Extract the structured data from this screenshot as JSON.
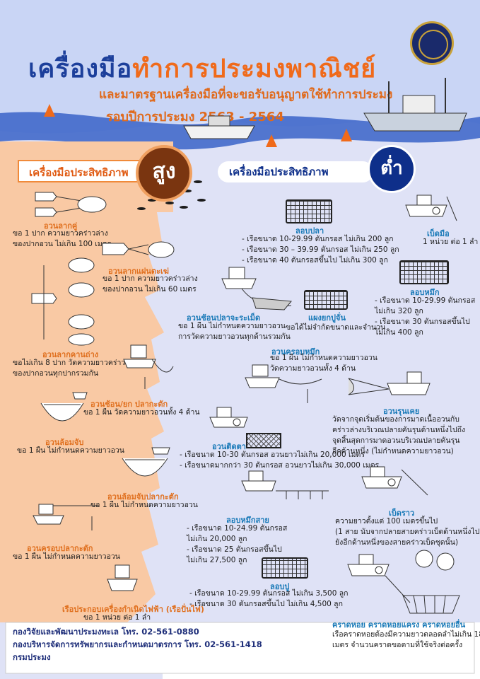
{
  "header": {
    "title_part1": "เครื่องมือ",
    "title_part2": "ทำการประมงพาณิชย์",
    "subtitle": "และมาตรฐานเครื่องมือที่จะขอรับอนุญาตใช้ทำการประมง",
    "year_line": "รอบปีการประมง 2563 - 2564"
  },
  "high": {
    "banner": "เครื่องมือประสิทธิภาพ",
    "badge": "สูง",
    "items": [
      {
        "name": "อวนลากคู่",
        "lines": [
          "ขอ 1 ปาก ความยาวคร่าวล่าง",
          "ของปากอวน ไม่เกิน 100 เมตร"
        ]
      },
      {
        "name": "อวนลากแผ่นตะเฆ่",
        "lines": [
          "ขอ 1 ปาก ความยาวคร่าวล่าง",
          "ของปากอวน ไม่เกิน 60 เมตร"
        ]
      },
      {
        "name": "อวนลากคานถ่าง",
        "lines": [
          "ขอไม่เกิน 8 ปาก วัดความยาวคร่าวล่าง",
          "ของปากอวนทุกปากรวมกัน"
        ]
      },
      {
        "name": "อวนช้อน/ยก ปลากะตัก",
        "lines": [
          "ขอ 1 ผืน วัดความยาวอวนทั้ง 4 ด้าน"
        ]
      },
      {
        "name": "อวนล้อมจับ",
        "lines": [
          "ขอ 1 ผืน ไม่กำหนดความยาวอวน"
        ]
      },
      {
        "name": "อวนล้อมจับปลากะตัก",
        "lines": [
          "ขอ 1 ผืน ไม่กำหนดความยาวอวน"
        ]
      },
      {
        "name": "อวนครอบปลากะตัก",
        "lines": [
          "ขอ 1 ผืน ไม่กำหนดความยาวอวน"
        ]
      },
      {
        "name": "เรือประกอบเครื่องกำเนิดไฟฟ้า (เรือปั่นไฟ)",
        "lines": [
          "ขอ 1 หน่วย ต่อ 1 ลำ"
        ]
      }
    ]
  },
  "low": {
    "banner": "เครื่องมือประสิทธิภาพ",
    "badge": "ต่ำ",
    "items": [
      {
        "name": "ลอบปลา",
        "lines": [
          "- เรือขนาด 10-29.99 ตันกรอส ไม่เกิน 200 ลูก",
          "- เรือขนาด 30 – 39.99 ตันกรอส ไม่เกิน 250 ลูก",
          "- เรือขนาด 40 ตันกรอสขึ้นไป ไม่เกิน 300 ลูก"
        ]
      },
      {
        "name": "เบ็ดมือ",
        "lines": [
          "1 หน่วย ต่อ 1 ลำ"
        ]
      },
      {
        "name": "ลอบหมึก",
        "lines": [
          "- เรือขนาด 10-29.99 ตันกรอส",
          "ไม่เกิน 320 ลูก",
          "- เรือขนาด 30 ตันกรอสขึ้นไป",
          "ไม่เกิน 400 ลูก"
        ]
      },
      {
        "name": "อวนช้อนปลาจะระเม็ด",
        "lines": [
          "ขอ 1 ผืน ไม่กำหนดความยาวอวน",
          "การวัดความยาวอวนทุกด้านรวมกัน"
        ]
      },
      {
        "name": "แผงยกปูจั่น",
        "lines": [
          "ขอได้ไม่จำกัดขนาดและจำนวน"
        ]
      },
      {
        "name": "อวนครอบหมึก",
        "lines": [
          "ขอ 1 ผืน ไม่กำหนดความยาวอวน",
          "วัดความยาวอวนทั้ง 4 ด้าน"
        ]
      },
      {
        "name": "อวนรุนเคย",
        "lines": [
          "วัดจากจุดเริ่มต้นของการมาดเนื้ออวนกับ",
          "คร่าวล่างบริเวณปลายคันรุนด้านหนึ่งไปถึง",
          "จุดสิ้นสุดการมาดอวนบริเวณปลายคันรุน",
          "อีกด้านหนึ่ง (ไม่กำหนดความยาวอวน)"
        ]
      },
      {
        "name": "อวนติดตา",
        "lines": [
          "- เรือขนาด 10-30 ตันกรอส อวนยาวไม่เกิน 20,000 เมตร",
          "- เรือขนาดมากกว่า 30 ตันกรอส อวนยาวไม่เกิน 30,000 เมตร"
        ]
      },
      {
        "name": "ลอบหมึกสาย",
        "lines": [
          "- เรือขนาด 10-24.99 ตันกรอส",
          "ไม่เกิน 20,000 ลูก",
          "- เรือขนาด 25  ตันกรอสขึ้นไป",
          "ไม่เกิน 27,500 ลูก"
        ]
      },
      {
        "name": "เบ็ดราว",
        "lines": [
          "ความยาวตั้งแต่ 100 เมตรขึ้นไป",
          "(1 สาย นับจากปลายสายคร่าวเบ็ดด้านหนึ่งไป",
          "ยังอีกด้านหนึ่งของสายคร่าวเบ็ดชุดนั้น)"
        ]
      },
      {
        "name": "ลอบปู",
        "lines": [
          "- เรือขนาด 10-29.99 ตันกรอส ไม่เกิน 3,500 ลูก",
          "- เรือขนาด  30  ตันกรอสขึ้นไป ไม่เกิน 4,500 ลูก"
        ]
      },
      {
        "name": "คราดหอย คราดหอยแครง คราดหอยอื่น",
        "lines": [
          "เรือคราดหอยต้องมีความยาวตลอดลำไม่เกิน 18",
          "เมตร จำนวนคราดขอตามที่ใช้จริงต่อครั้ง"
        ]
      }
    ]
  },
  "footer": {
    "lines": [
      "กองวิจัยและพัฒนาประมงทะเล โทร. 02-561-0880",
      "กองบริหารจัดการทรัพยากรและกำหนดมาตรการ โทร. 02-561-1418",
      "กรมประมง"
    ]
  },
  "colors": {
    "high_panel": "#f9c9a4",
    "low_panel": "#d9dcf5",
    "title_blue": "#1c3f9b",
    "title_orange": "#f06a1a",
    "label_blue": "#1a7ab8",
    "label_orange": "#e0701f"
  }
}
